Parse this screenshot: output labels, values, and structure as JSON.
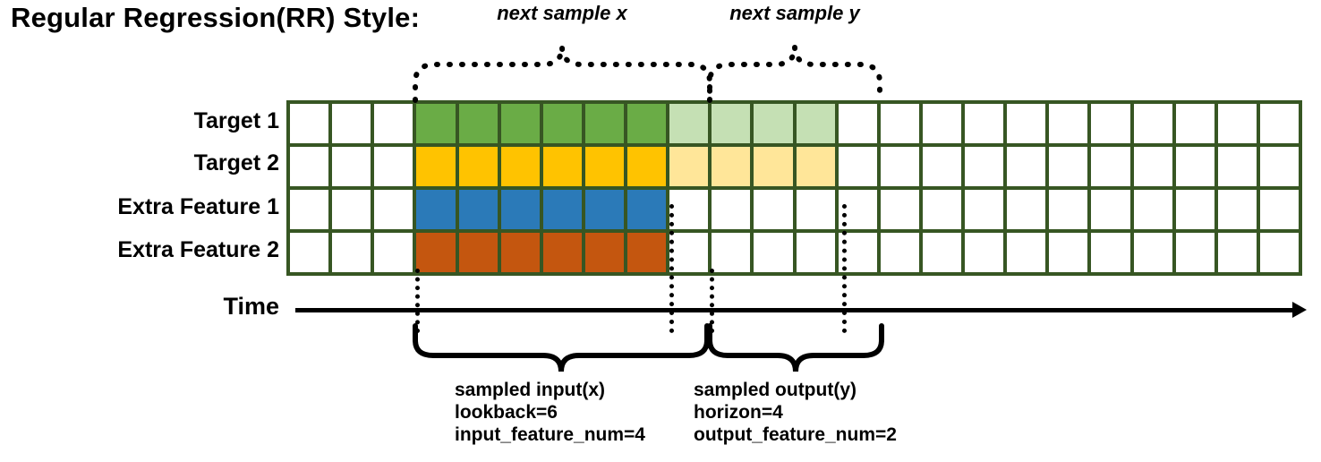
{
  "title": "Regular Regression(RR) Style:",
  "rows": [
    {
      "label": "Target 1",
      "name": "target-1"
    },
    {
      "label": "Target 2",
      "name": "target-2"
    },
    {
      "label": "Extra Feature 1",
      "name": "extra-feature-1"
    },
    {
      "label": "Extra Feature 2",
      "name": "extra-feature-2"
    }
  ],
  "grid": {
    "columns": 24,
    "lead_blank": 3,
    "input_cols": 6,
    "output_cols": 4,
    "trailing_blank": 11,
    "fills": [
      [
        "#ffffff",
        "#ffffff",
        "#ffffff",
        "#6aac46",
        "#6aac46",
        "#6aac46",
        "#6aac46",
        "#6aac46",
        "#6aac46",
        "#c5e0b4",
        "#c5e0b4",
        "#c5e0b4",
        "#c5e0b4",
        "#ffffff",
        "#ffffff",
        "#ffffff",
        "#ffffff",
        "#ffffff",
        "#ffffff",
        "#ffffff",
        "#ffffff",
        "#ffffff",
        "#ffffff",
        "#ffffff"
      ],
      [
        "#ffffff",
        "#ffffff",
        "#ffffff",
        "#ffc300",
        "#ffc300",
        "#ffc300",
        "#ffc300",
        "#ffc300",
        "#ffc300",
        "#ffe699",
        "#ffe699",
        "#ffe699",
        "#ffe699",
        "#ffffff",
        "#ffffff",
        "#ffffff",
        "#ffffff",
        "#ffffff",
        "#ffffff",
        "#ffffff",
        "#ffffff",
        "#ffffff",
        "#ffffff",
        "#ffffff"
      ],
      [
        "#ffffff",
        "#ffffff",
        "#ffffff",
        "#2b7ab8",
        "#2b7ab8",
        "#2b7ab8",
        "#2b7ab8",
        "#2b7ab8",
        "#2b7ab8",
        "#ffffff",
        "#ffffff",
        "#ffffff",
        "#ffffff",
        "#ffffff",
        "#ffffff",
        "#ffffff",
        "#ffffff",
        "#ffffff",
        "#ffffff",
        "#ffffff",
        "#ffffff",
        "#ffffff",
        "#ffffff",
        "#ffffff"
      ],
      [
        "#ffffff",
        "#ffffff",
        "#ffffff",
        "#c4560f",
        "#c4560f",
        "#c4560f",
        "#c4560f",
        "#c4560f",
        "#c4560f",
        "#ffffff",
        "#ffffff",
        "#ffffff",
        "#ffffff",
        "#ffffff",
        "#ffffff",
        "#ffffff",
        "#ffffff",
        "#ffffff",
        "#ffffff",
        "#ffffff",
        "#ffffff",
        "#ffffff",
        "#ffffff",
        "#ffffff"
      ]
    ],
    "border_color": "#375623"
  },
  "time_axis": {
    "label": "Time"
  },
  "top_braces": [
    {
      "name": "next-sample-x",
      "caption": "next sample x"
    },
    {
      "name": "next-sample-y",
      "caption": "next sample y"
    }
  ],
  "bottom_annotations": [
    {
      "name": "sampled-input",
      "lines": [
        "sampled input(x)",
        "lookback=6",
        "input_feature_num=4"
      ]
    },
    {
      "name": "sampled-output",
      "lines": [
        "sampled output(y)",
        "horizon=4",
        "output_feature_num=2"
      ]
    }
  ],
  "colors": {
    "target1_dark": "#6aac46",
    "target1_light": "#c5e0b4",
    "target2_dark": "#ffc300",
    "target2_light": "#ffe699",
    "feature1": "#2b7ab8",
    "feature2": "#c4560f",
    "grid_border": "#375623",
    "ink": "#000000"
  }
}
